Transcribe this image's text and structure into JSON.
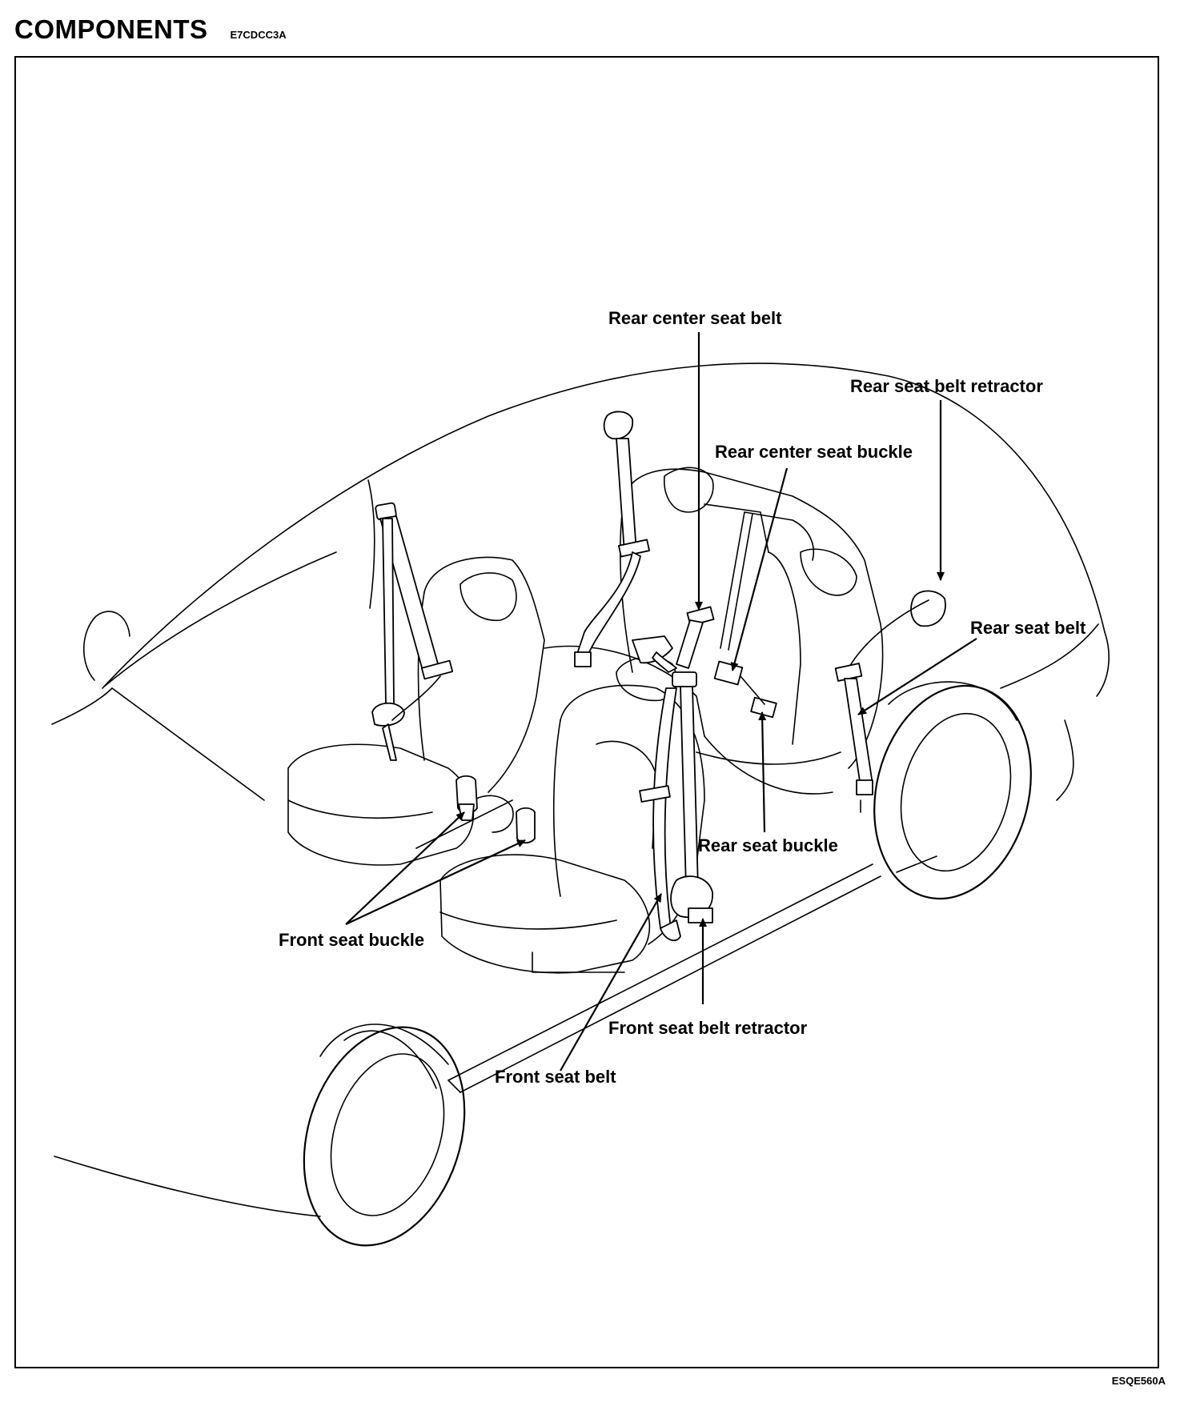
{
  "page": {
    "title": "COMPONENTS",
    "section_code": "E7CDCC3A",
    "figure_code": "ESQE560A"
  },
  "labels": {
    "rear_center_seat_belt": "Rear center seat belt",
    "rear_seat_belt_retractor": "Rear seat belt retractor",
    "rear_center_seat_buckle": "Rear center seat buckle",
    "rear_seat_belt": "Rear seat belt",
    "rear_seat_buckle": "Rear seat buckle",
    "front_seat_buckle": "Front seat buckle",
    "front_seat_belt_retractor": "Front seat belt retractor",
    "front_seat_belt": "Front seat belt"
  }
}
